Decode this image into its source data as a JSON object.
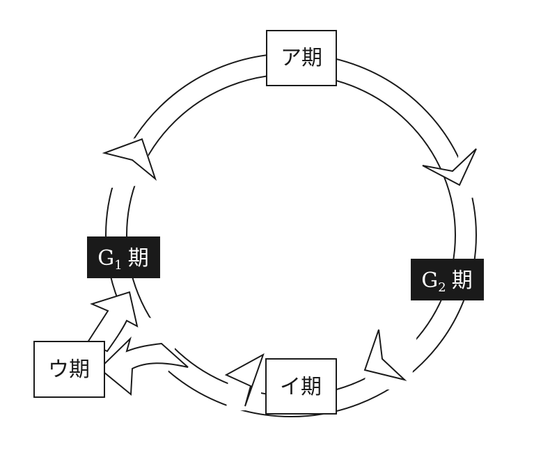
{
  "diagram": {
    "phases": {
      "a": {
        "text": "ア期",
        "style": "outlined"
      },
      "i": {
        "text": "イ期",
        "style": "outlined"
      },
      "u": {
        "text": "ウ期",
        "style": "outlined"
      },
      "g1": {
        "letter": "G",
        "sub": "1",
        "suffix": "期",
        "style": "filled"
      },
      "g2": {
        "letter": "G",
        "sub": "2",
        "suffix": "期",
        "style": "filled"
      }
    },
    "colors": {
      "stroke": "#1a1a1a",
      "filled_box": "#1a1a1a",
      "filled_text": "#ffffff",
      "background": "#ffffff"
    }
  }
}
